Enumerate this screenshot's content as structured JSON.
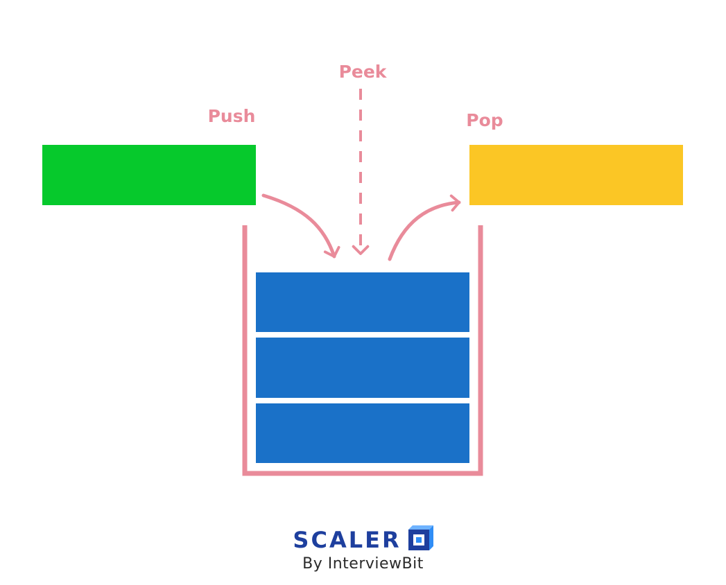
{
  "colors": {
    "accent_pink": "#e98b9a",
    "push_item": "#06c92c",
    "pop_item": "#fbc625",
    "stack_item": "#1a71c8",
    "brand_dark": "#1e3f9e",
    "brand_light": "#2f8df5",
    "text_dark": "#2a2a2a"
  },
  "operations": {
    "push": "Push",
    "peek": "Peek",
    "pop": "Pop"
  },
  "stack": {
    "item_count": 3
  },
  "logo": {
    "name": "SCALER",
    "subtitle": "By InterviewBit",
    "icon": "scaler-cube-icon"
  }
}
